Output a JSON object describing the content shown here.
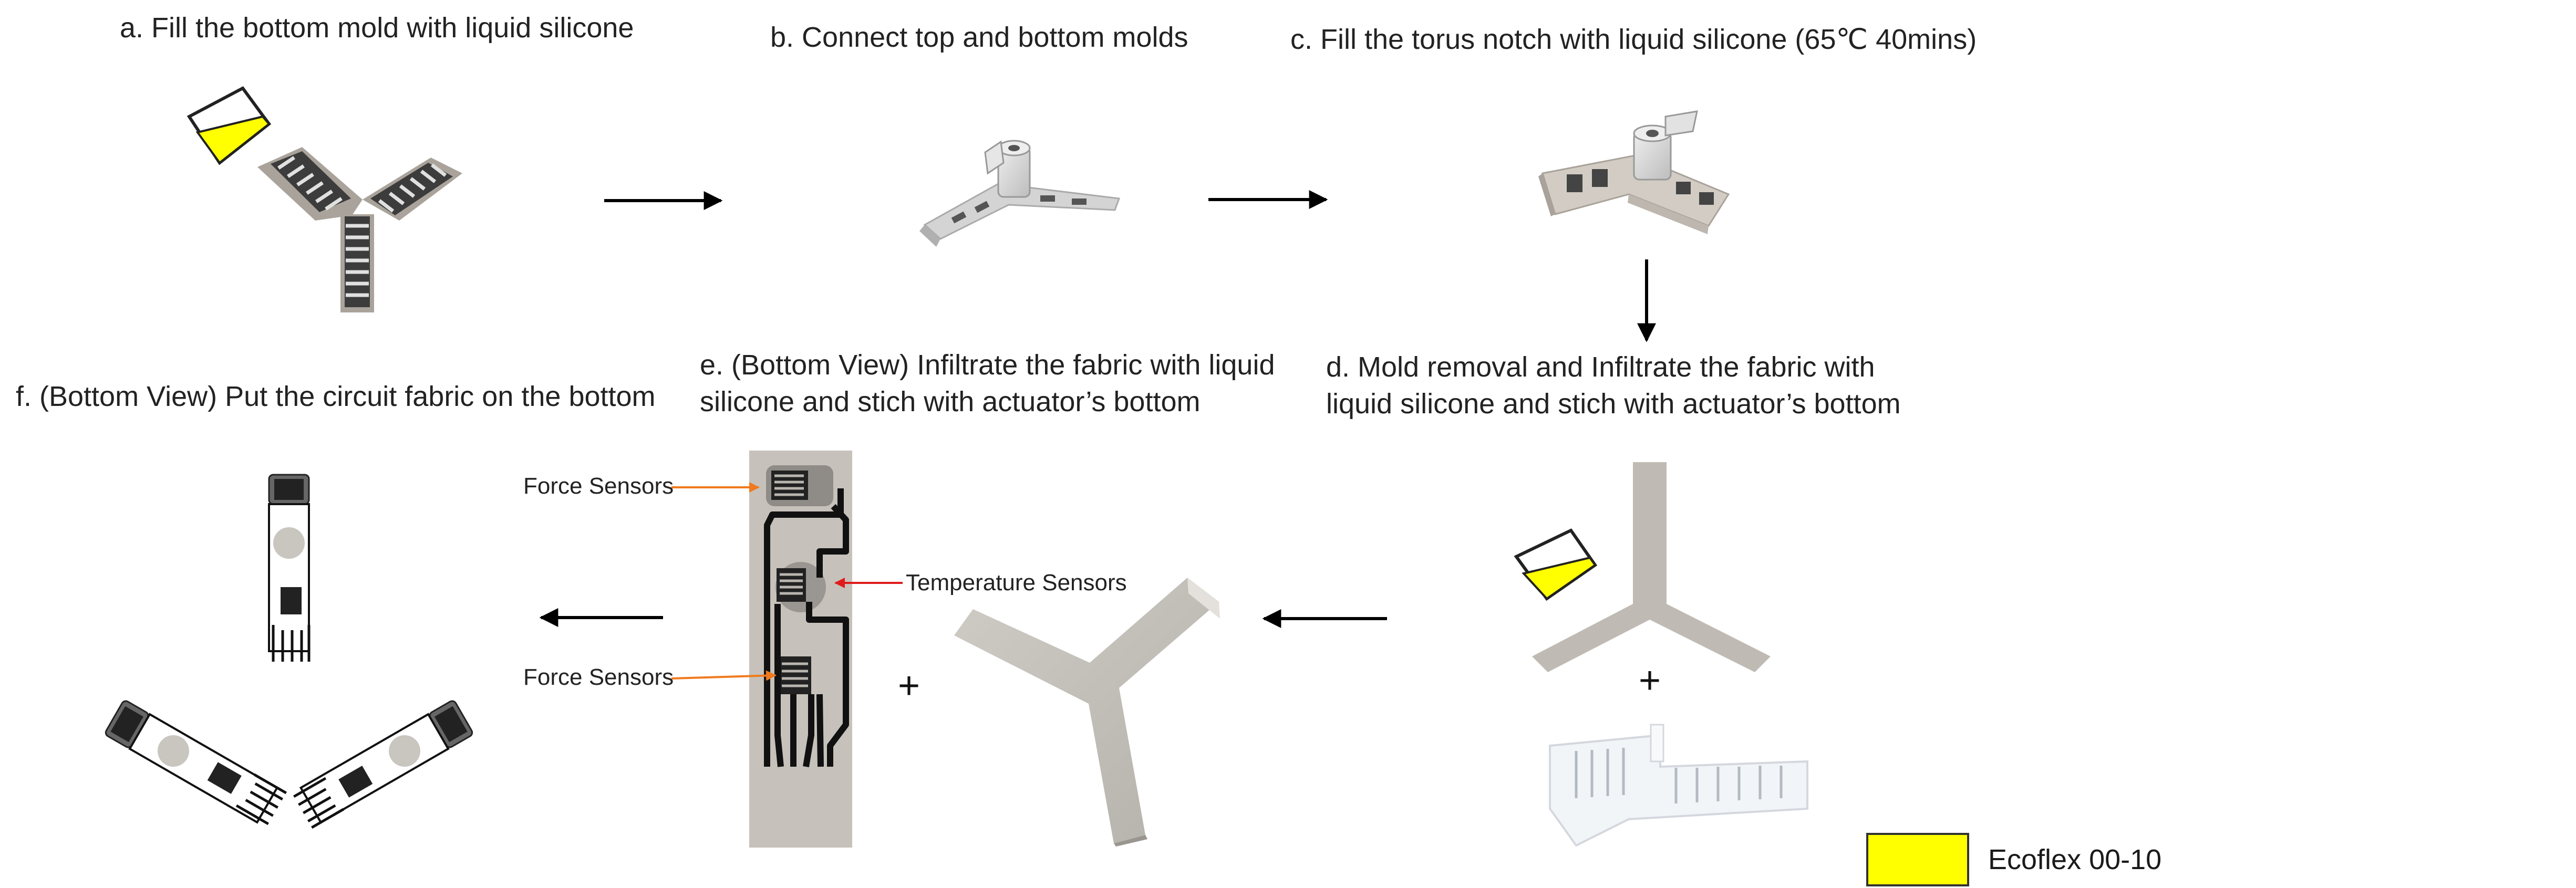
{
  "steps": {
    "a": "a. Fill the bottom mold with liquid silicone",
    "b": "b. Connect top and bottom molds",
    "c": "c. Fill the torus notch with liquid silicone (65℃ 40mins)",
    "d_line1": "d. Mold removal and Infiltrate the fabric with",
    "d_line2": "liquid silicone and stich with actuator’s bottom",
    "e_line1": "e. (Bottom View) Infiltrate the fabric with liquid",
    "e_line2": "silicone and stich with actuator’s bottom",
    "f": "f. (Bottom View) Put the circuit fabric on the bottom"
  },
  "sensor_labels": {
    "force_top": "Force Sensors",
    "temperature": "Temperature Sensors",
    "force_bottom": "Force Sensors"
  },
  "plus_signs": {
    "e": "+",
    "d": "+"
  },
  "legend": {
    "label": "Ecoflex 00-10",
    "color": "#ffff00"
  },
  "colors": {
    "silicone": "#ffff00",
    "actuator": "#c4c0b9",
    "mold": "#dcdcdc",
    "leader_force": "#f07a1e",
    "leader_temp": "#e01b1b",
    "circuit": "#111111"
  }
}
